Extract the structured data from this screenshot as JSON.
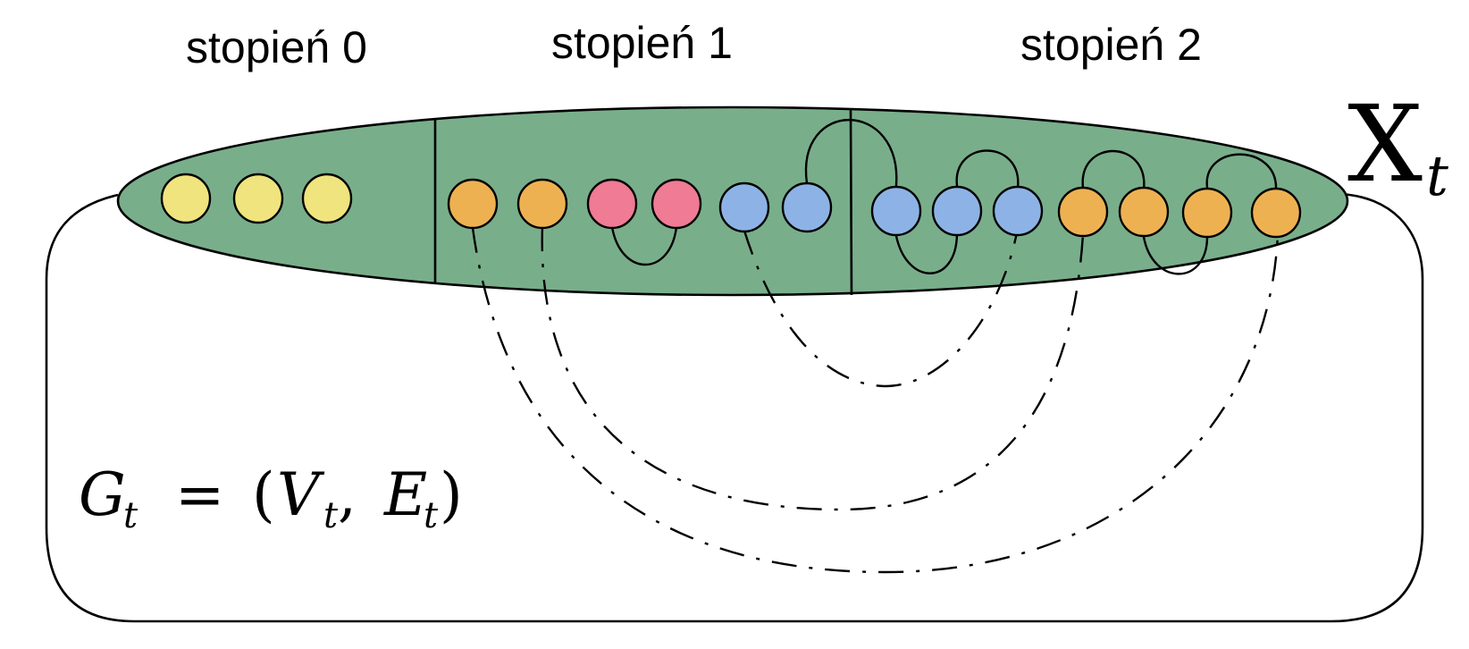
{
  "labels": {
    "degree_0": "stopień 0",
    "degree_1": "stopień 1",
    "degree_2": "stopień 2"
  },
  "set": {
    "symbol": "X",
    "subscript": "t",
    "fill_color": "#79ae8b"
  },
  "graph_formula": {
    "G": "G",
    "equals": "=",
    "open_paren": "(",
    "V": "V",
    "comma": ",",
    "E": "E",
    "close_paren": ")",
    "subscript": "t"
  },
  "node_colors": {
    "yellow": "#f0e47e",
    "orange": "#eeb152",
    "pink": "#ef7b94",
    "blue": "#8db3e6"
  },
  "groups": [
    {
      "degree": 0,
      "nodes": [
        "yellow",
        "yellow",
        "yellow"
      ]
    },
    {
      "degree": 1,
      "nodes": [
        "orange",
        "orange",
        "pink",
        "pink",
        "blue",
        "blue"
      ]
    },
    {
      "degree": 2,
      "nodes": [
        "blue",
        "blue",
        "blue",
        "orange",
        "orange",
        "orange",
        "orange"
      ]
    }
  ],
  "edges": {
    "inside_set": [
      {
        "from": "pink-1",
        "to": "pink-2",
        "style": "solid",
        "side": "below"
      },
      {
        "from": "blue-2",
        "to": "blue-3",
        "style": "solid",
        "side": "above"
      },
      {
        "from": "blue-3",
        "to": "blue-4",
        "style": "solid",
        "side": "below"
      },
      {
        "from": "blue-4",
        "to": "blue-5",
        "style": "solid",
        "side": "above"
      },
      {
        "from": "orange-5",
        "to": "orange-6",
        "style": "solid",
        "side": "above"
      },
      {
        "from": "orange-6",
        "to": "orange-7",
        "style": "solid",
        "side": "below"
      },
      {
        "from": "orange-7",
        "to": "orange-8",
        "style": "solid",
        "side": "above"
      }
    ],
    "outside_set": [
      {
        "from": "orange-1",
        "to": "orange-8",
        "style": "dashed"
      },
      {
        "from": "orange-2",
        "to": "orange-5",
        "style": "dashed"
      },
      {
        "from": "blue-1",
        "to": "blue-5",
        "style": "dashed"
      }
    ]
  }
}
